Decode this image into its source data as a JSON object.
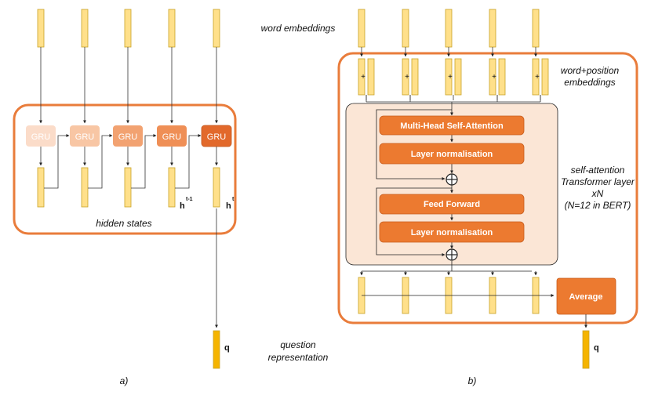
{
  "labels": {
    "word_embeddings": "word embeddings",
    "word_position_1": "word+position",
    "word_position_2": "embeddings",
    "hidden_states": "hidden states",
    "question_1": "question",
    "question_2": "representation",
    "sa_line1": "self-attention",
    "sa_line2": "Transformer layer",
    "sa_line3": "xN",
    "sa_line4": "(N=12 in BERT)",
    "panel_a": "a)",
    "panel_b": "b)"
  },
  "gru": {
    "label": "GRU",
    "colors": [
      "#fbdcc9",
      "#f8c6a4",
      "#f2a271",
      "#ef8f56",
      "#e2692b"
    ]
  },
  "symbols": {
    "h_prev": "h",
    "h_prev_sup": "t-1",
    "h_curr": "h",
    "h_curr_sup": "t",
    "q": "q",
    "plus": "+"
  },
  "blocks": {
    "mhsa": "Multi-Head Self-Attention",
    "layer_norm_1": "Layer normalisation",
    "feed_forward": "Feed Forward",
    "layer_norm_2": "Layer normalisation",
    "average": "Average"
  },
  "colors": {
    "vector_fill": "#ffe08a",
    "vector_stroke": "#c9a227",
    "q_fill": "#f5b400",
    "frame_orange": "#e97c3b",
    "block_orange": "#ec7a30",
    "panel_fill": "#fbe6d6"
  }
}
